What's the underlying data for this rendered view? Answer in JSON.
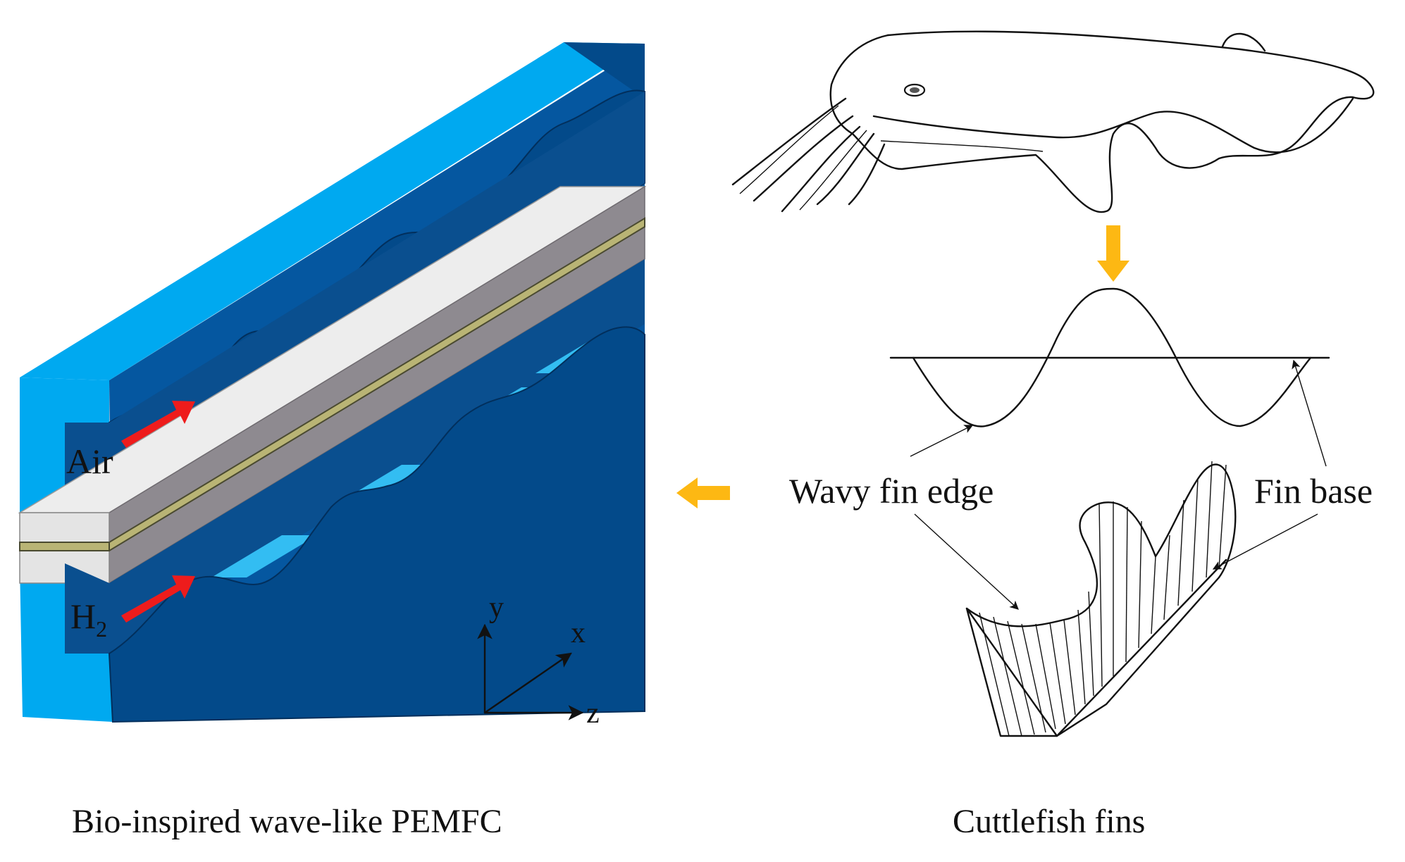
{
  "left_figure": {
    "caption": "Bio-inspired wave-like PEMFC",
    "inlet_air": "Air",
    "inlet_h2_base": "H",
    "inlet_h2_sub": "2",
    "axes": {
      "y": "y",
      "x": "x",
      "z": "z"
    }
  },
  "right_figure": {
    "caption": "Cuttlefish fins",
    "label_wavy_edge": "Wavy fin edge",
    "label_fin_base": "Fin base"
  },
  "colors": {
    "plate_light": "#00A9F0",
    "plate_dark": "#0557A0",
    "channel_floor": "#33BDF2",
    "gdl_light": "#EDEDED",
    "gdl_dark": "#8E8A90",
    "membrane": "#B9B475",
    "flow_arrow": "#EE1C1C",
    "transition_arrow": "#FDB813"
  },
  "icons": [
    "flow-arrow-icon",
    "down-arrow-icon",
    "left-arrow-icon",
    "axis-arrow-icon"
  ]
}
